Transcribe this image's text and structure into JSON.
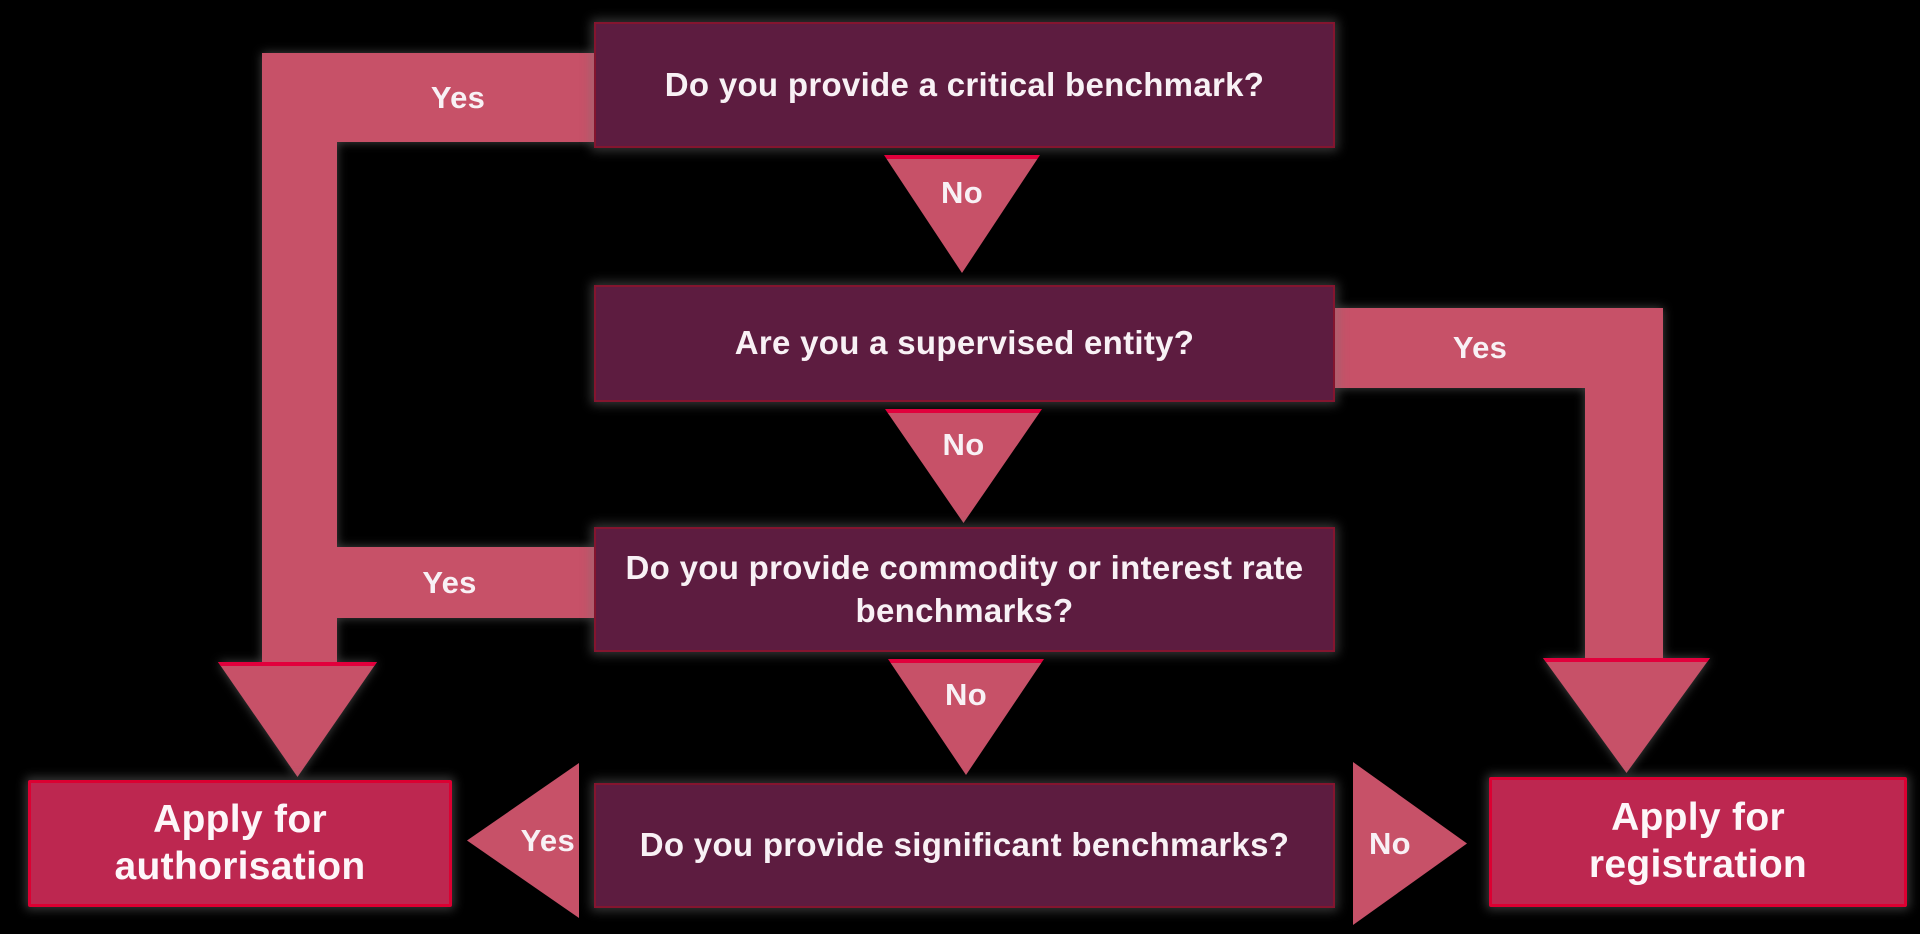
{
  "diagram": {
    "type": "flowchart",
    "background_color": "#000000",
    "colors": {
      "question_box_fill": "#5d1c40",
      "question_box_border": "#84152f",
      "action_box_fill": "#bd2750",
      "action_box_border": "#dc0032",
      "arrow_fill": "#c75168",
      "arrow_edge_highlight": "#e2003c",
      "text": "#f8f1f5"
    },
    "nodes": [
      {
        "id": "q1",
        "type": "question",
        "label": "Do you provide a critical benchmark?"
      },
      {
        "id": "q2",
        "type": "question",
        "label": "Are you a supervised entity?"
      },
      {
        "id": "q3",
        "type": "question",
        "label": "Do you provide commodity or interest rate benchmarks?"
      },
      {
        "id": "q4",
        "type": "question",
        "label": "Do you provide significant benchmarks?"
      },
      {
        "id": "authorisation",
        "type": "action",
        "label": "Apply for authorisation"
      },
      {
        "id": "registration",
        "type": "action",
        "label": "Apply for registration"
      }
    ],
    "edges": [
      {
        "from": "q1",
        "answer": "Yes",
        "to": "authorisation"
      },
      {
        "from": "q1",
        "answer": "No",
        "to": "q2"
      },
      {
        "from": "q2",
        "answer": "Yes",
        "to": "registration"
      },
      {
        "from": "q2",
        "answer": "No",
        "to": "q3"
      },
      {
        "from": "q3",
        "answer": "Yes",
        "to": "authorisation"
      },
      {
        "from": "q3",
        "answer": "No",
        "to": "q4"
      },
      {
        "from": "q4",
        "answer": "Yes",
        "to": "authorisation"
      },
      {
        "from": "q4",
        "answer": "No",
        "to": "registration"
      }
    ]
  }
}
